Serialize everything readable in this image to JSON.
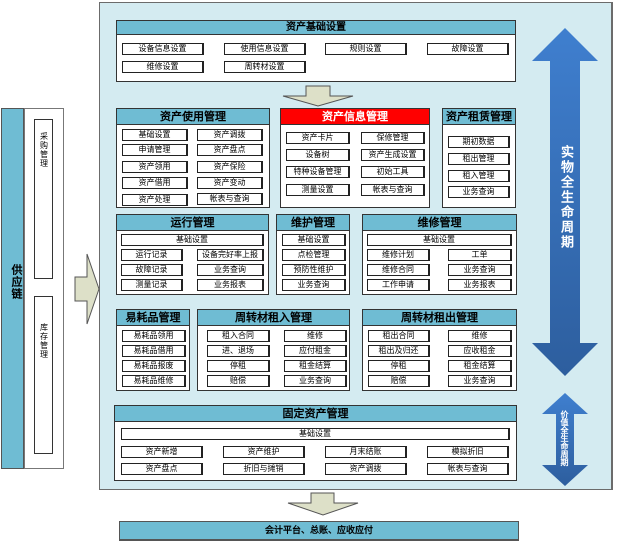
{
  "supply_chain": {
    "title": "供应链",
    "items": [
      "采购管理",
      "库存管理"
    ]
  },
  "modules": {
    "basic_settings": {
      "title": "资产基础设置",
      "items": [
        "设备信息设置",
        "使用信息设置",
        "规则设置",
        "故障设置",
        "维修设置",
        "周转材设置"
      ]
    },
    "usage": {
      "title": "资产使用管理",
      "items": [
        "基础设置",
        "资产调拨",
        "申请管理",
        "资产盘点",
        "资产领用",
        "资产保险",
        "资产借用",
        "资产变动",
        "资产处理",
        "帐表与查询"
      ]
    },
    "info": {
      "title": "资产信息管理",
      "highlight_color": "#ff0000",
      "items": [
        "资产卡片",
        "保修管理",
        "设备树",
        "资产生成设置",
        "特种设备管理",
        "初始工具",
        "测量设置",
        "帐表与查询"
      ]
    },
    "leasing": {
      "title": "资产租赁管理",
      "items": [
        "期初数据",
        "租出管理",
        "租入管理",
        "业务查询"
      ]
    },
    "operation": {
      "title": "运行管理",
      "base": "基础设置",
      "items": [
        "运行记录",
        "设备完好率上报",
        "故障记录",
        "业务查询",
        "测量记录",
        "业务报表"
      ]
    },
    "maintenance": {
      "title": "维护管理",
      "items": [
        "基础设置",
        "点检管理",
        "预防性维护",
        "业务查询"
      ]
    },
    "repair": {
      "title": "维修管理",
      "base": "基础设置",
      "items": [
        "维修计划",
        "工单",
        "维修合同",
        "业务查询",
        "工作申请",
        "业务报表"
      ]
    },
    "consumables": {
      "title": "易耗品管理",
      "items": [
        "易耗品领用",
        "易耗品借用",
        "易耗品报废",
        "易耗品维修"
      ]
    },
    "turnover_in": {
      "title": "周转材租入管理",
      "items": [
        "租入合同",
        "维修",
        "进、退场",
        "应付租金",
        "停租",
        "租金结算",
        "赔偿",
        "业务查询"
      ]
    },
    "turnover_out": {
      "title": "周转材租出管理",
      "items": [
        "租出合同",
        "维修",
        "租出及归还",
        "应收租金",
        "停租",
        "租金结算",
        "赔偿",
        "业务查询"
      ]
    },
    "fixed_assets": {
      "title": "固定资产管理",
      "base": "基础设置",
      "items": [
        "资产新增",
        "资产维护",
        "月末结账",
        "模拟折旧",
        "资产盘点",
        "折旧与摊销",
        "资产调拨",
        "帐表与查询"
      ]
    }
  },
  "lifecycle": {
    "physical": "实物全生命周期",
    "value": "价值全生命周期",
    "arrow_color": "#3a6fb8"
  },
  "footer": {
    "label": "会计平台、总账、应收应付"
  },
  "colors": {
    "header": "#6fbcd3",
    "background": "#d4ebf1",
    "highlight": "#ff0000",
    "arrow_fill": "#dde0c8"
  }
}
